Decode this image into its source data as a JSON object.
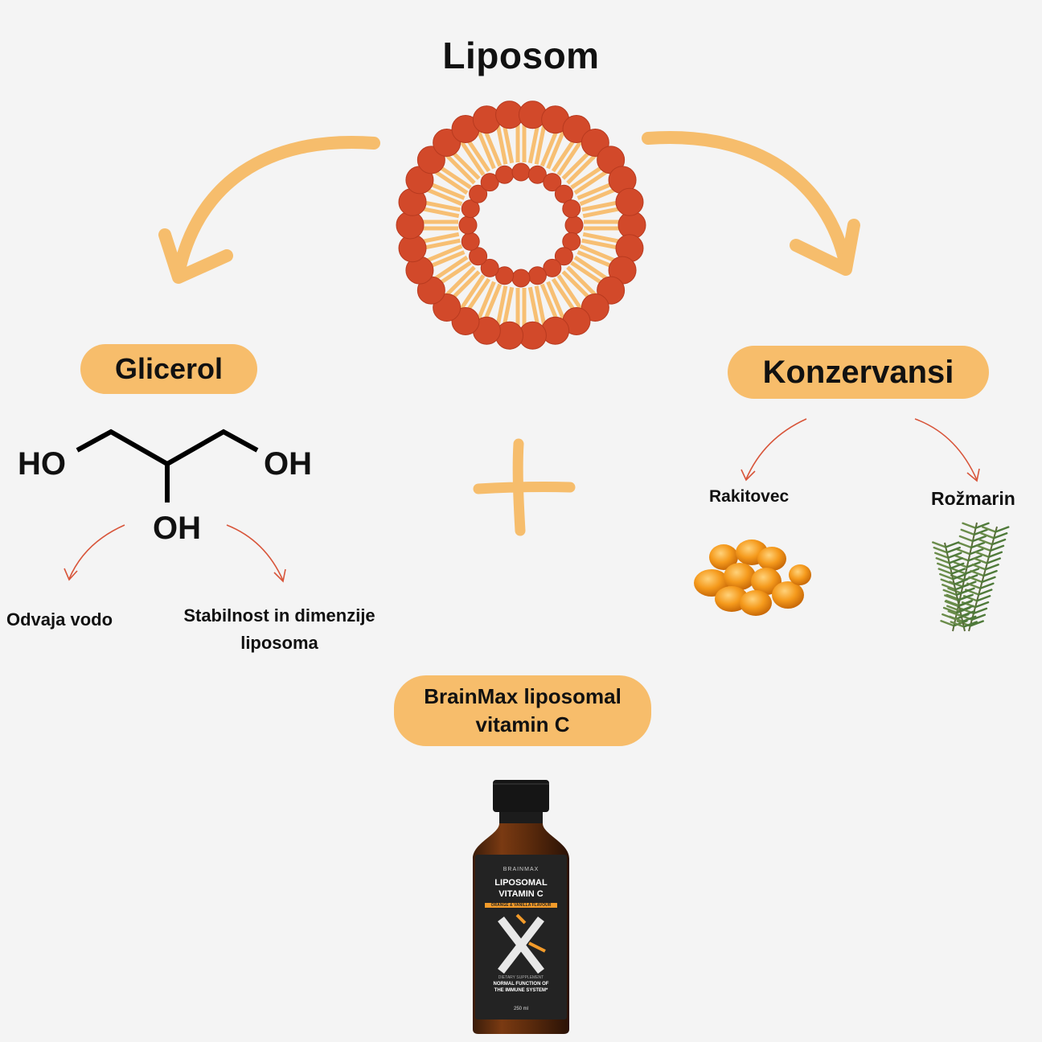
{
  "title": "Liposom",
  "glicerol": {
    "label": "Glicerol",
    "formula": {
      "ho_left": "HO",
      "oh_right": "OH",
      "oh_bottom": "OH"
    },
    "effects": [
      "Odvaja vodo",
      "Stabilnost in dimenzije",
      "liposoma"
    ]
  },
  "plus_symbol": "+",
  "konzervansi": {
    "label": "Konzervansi",
    "items": [
      {
        "name": "Rakitovec",
        "icon": "sea-buckthorn-berries-icon"
      },
      {
        "name": "Rožmarin",
        "icon": "rosemary-sprig-icon"
      }
    ]
  },
  "product": {
    "label_line1": "BrainMax liposomal",
    "label_line2": "vitamin C",
    "bottle": {
      "brand": "BRAINMAX",
      "name_line1": "LIPOSOMAL",
      "name_line2": "VITAMIN C",
      "flavour": "ORANGE & VANILLA FLAVOUR",
      "small_1": "DIETARY SUPPLEMENT",
      "claim_line1": "NORMAL FUNCTION OF",
      "claim_line2": "THE IMMUNE SYSTEM*",
      "volume": "250 ml"
    }
  },
  "colors": {
    "background": "#f4f4f4",
    "accent_orange": "#f7bd6b",
    "liposome_head": "#d2492a",
    "liposome_tail": "#f7bf73",
    "thin_arrow": "#d8553a"
  }
}
